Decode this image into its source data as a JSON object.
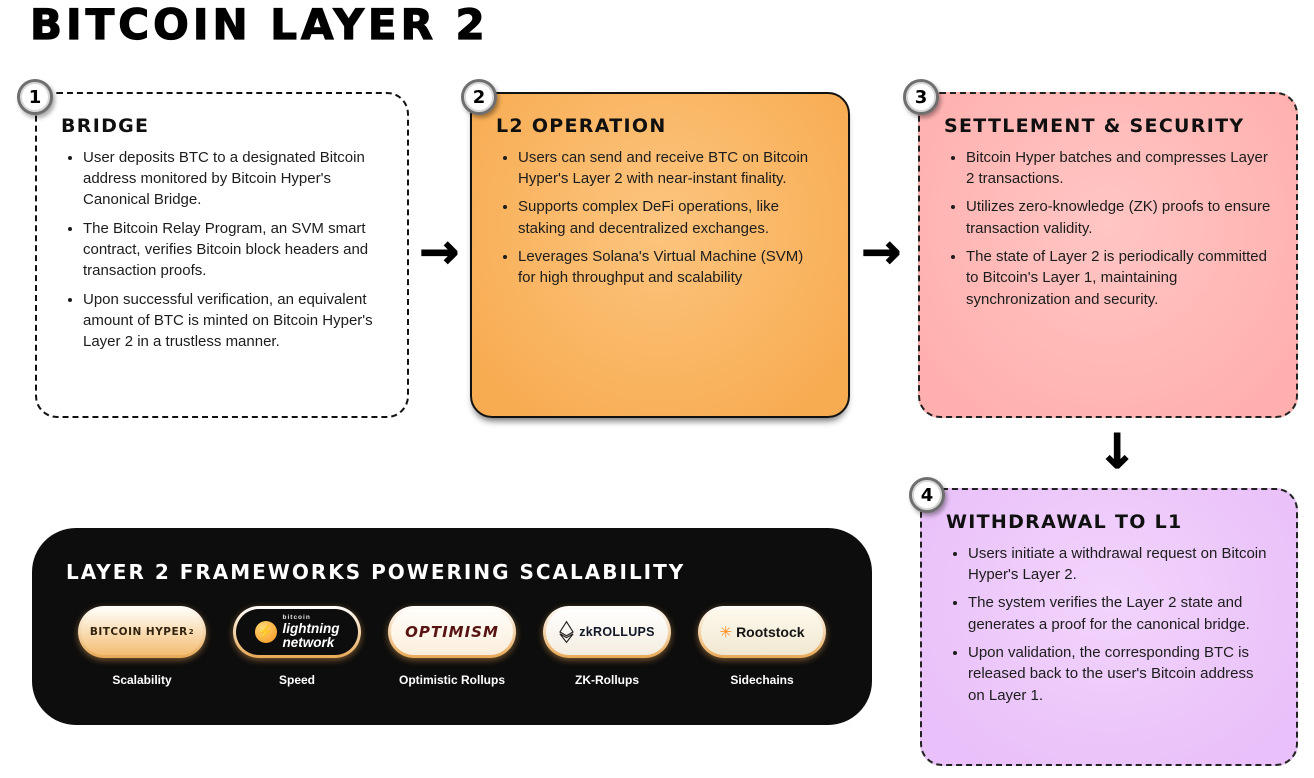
{
  "title": "BITCOIN LAYER 2",
  "icons": {
    "arrow_right": "→",
    "arrow_down": "↓",
    "lightning_bolt": "⚡",
    "rootstock_mark": "✳"
  },
  "colors": {
    "step2_bg": "#f8ac52",
    "step3_bg": "#ffb0ae",
    "step4_bg": "#e9c0f9",
    "panel_bg": "#0d0d0d",
    "accent_orange": "#f7931a"
  },
  "steps": [
    {
      "number": "1",
      "heading": "BRIDGE",
      "bullets": [
        "User deposits BTC to a designated Bitcoin address monitored by Bitcoin Hyper's Canonical Bridge.",
        "The Bitcoin Relay Program, an SVM smart contract, verifies Bitcoin block headers and transaction proofs.",
        "Upon successful verification, an equivalent amount of BTC is minted on Bitcoin Hyper's Layer 2 in a trustless manner."
      ]
    },
    {
      "number": "2",
      "heading": "L2 OPERATION",
      "bullets": [
        "Users can send and receive BTC on Bitcoin Hyper's Layer 2 with near-instant finality.",
        "Supports complex DeFi operations, like staking and decentralized exchanges.",
        "Leverages Solana's Virtual Machine (SVM) for high throughput and scalability"
      ]
    },
    {
      "number": "3",
      "heading": "SETTLEMENT & SECURITY",
      "bullets": [
        "Bitcoin Hyper batches and compresses Layer 2 transactions.",
        "Utilizes zero-knowledge (ZK) proofs to ensure transaction validity.",
        "The state of Layer 2 is periodically committed to Bitcoin's Layer 1, maintaining synchronization and security."
      ]
    },
    {
      "number": "4",
      "heading": "WITHDRAWAL TO L1",
      "bullets": [
        "Users initiate a withdrawal request on Bitcoin Hyper's Layer 2.",
        "The system verifies the Layer 2 state and generates a proof for the canonical bridge.",
        "Upon validation, the corresponding BTC is released back to the user's Bitcoin address on Layer 1."
      ]
    }
  ],
  "frameworks": {
    "title": "LAYER 2 FRAMEWORKS POWERING SCALABILITY",
    "items": [
      {
        "logo": "BITCOIN HYPER",
        "logo_sup": "2",
        "label": "Scalability"
      },
      {
        "logo_top": "bitcoin",
        "logo_line1": "lightning",
        "logo_line2": "network",
        "label": "Speed"
      },
      {
        "logo": "OPTIMISM",
        "label": "Optimistic Rollups"
      },
      {
        "logo": "zkROLLUPS",
        "label": "ZK-Rollups"
      },
      {
        "logo": "Rootstock",
        "label": "Sidechains"
      }
    ]
  }
}
